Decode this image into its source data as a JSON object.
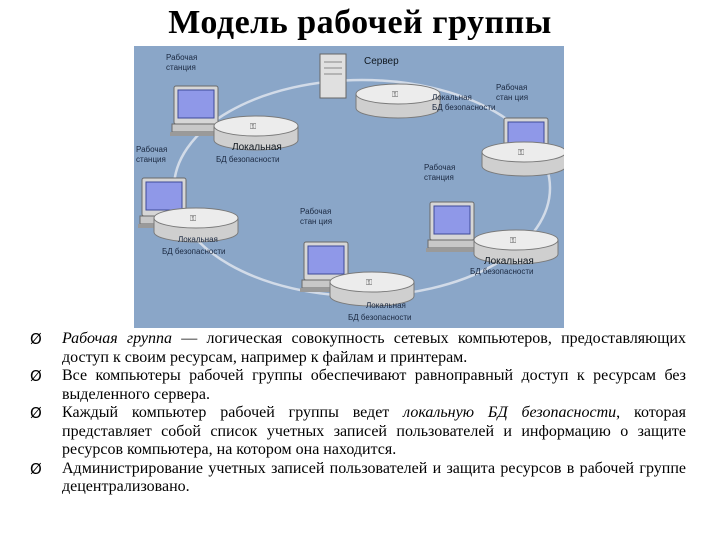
{
  "title": "Модель рабочей группы",
  "diagram": {
    "server_label": "Сервер",
    "workstation_label": [
      "Рабочая",
      "станция"
    ],
    "workstation_label_alt": [
      "Рабочая",
      "стан ция"
    ],
    "db_label": [
      "Локальная",
      "БД безопасности"
    ],
    "colors": {
      "background": "#8aa6c8",
      "ring": "#c9d6e6",
      "screen": "#8f98e8",
      "monitor": "#d4d4d4",
      "disk": "#e2e2e2"
    }
  },
  "bullets": [
    {
      "marker": "Ø",
      "parts": [
        {
          "text": "Рабочая группа",
          "italic": true
        },
        {
          "text": " — логическая совокупность сетевых компьютеров, предоставляющих доступ к своим ресурсам, например к файлам и принтерам.",
          "italic": false
        }
      ]
    },
    {
      "marker": "Ø",
      "parts": [
        {
          "text": "Все компьютеры рабочей группы обеспечивают равноправный доступ к ресурсам без выделенного сервера.",
          "italic": false
        }
      ]
    },
    {
      "marker": "Ø",
      "parts": [
        {
          "text": "Каждый компьютер рабочей группы ведет ",
          "italic": false
        },
        {
          "text": "локальную БД безопасности",
          "italic": true
        },
        {
          "text": ", которая представляет собой список учетных записей пользователей и информацию о защите ресурсов компьютера, на котором она находится.",
          "italic": false
        }
      ]
    },
    {
      "marker": "Ø",
      "parts": [
        {
          "text": "Администрирование учетных записей пользователей и защита ресурсов в рабочей группе децентрализовано.",
          "italic": false
        }
      ]
    }
  ]
}
